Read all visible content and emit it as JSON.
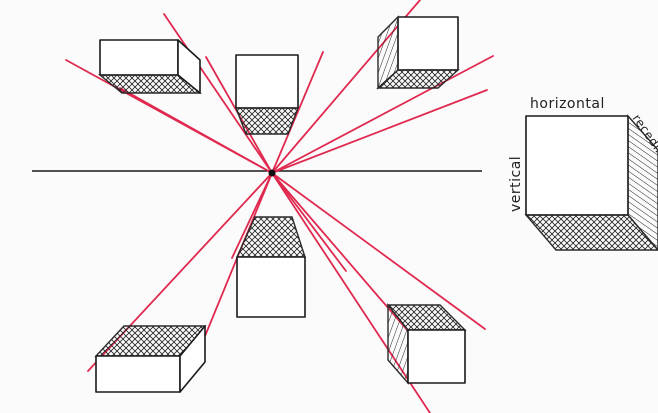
{
  "labels": {
    "top": "horizontal",
    "left": "vertical",
    "diagonal": "receding"
  },
  "colors": {
    "orthogonal_lines": "#e0294f",
    "ink": "#1a1a1a",
    "paper": "#fbfbfb"
  }
}
